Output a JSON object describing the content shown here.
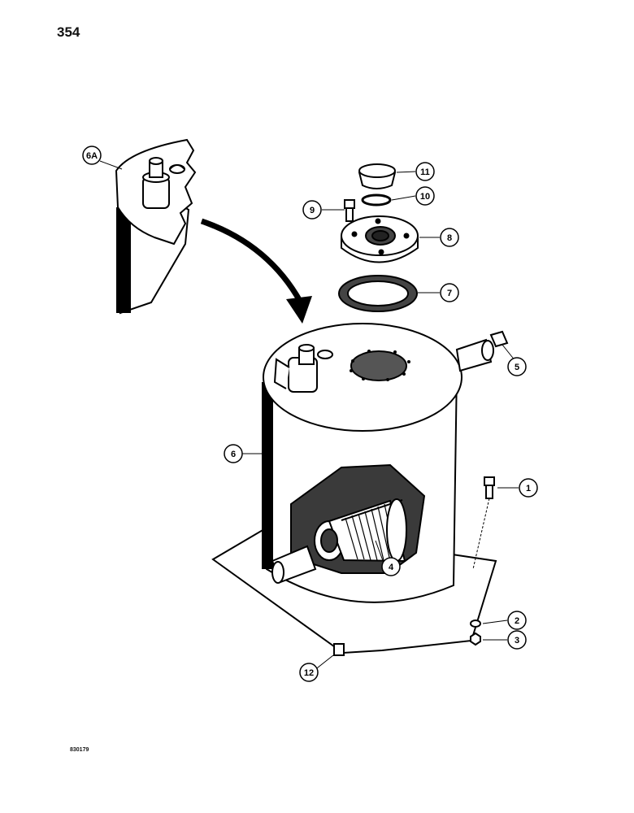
{
  "page": {
    "number": "354",
    "figure_code": "830179"
  },
  "callouts": [
    {
      "id": "6A",
      "label": "6A"
    },
    {
      "id": "11",
      "label": "11"
    },
    {
      "id": "10",
      "label": "10"
    },
    {
      "id": "9",
      "label": "9"
    },
    {
      "id": "8",
      "label": "8"
    },
    {
      "id": "7",
      "label": "7"
    },
    {
      "id": "5",
      "label": "5"
    },
    {
      "id": "6",
      "label": "6"
    },
    {
      "id": "1",
      "label": "1"
    },
    {
      "id": "4",
      "label": "4"
    },
    {
      "id": "2",
      "label": "2"
    },
    {
      "id": "3",
      "label": "3"
    },
    {
      "id": "12",
      "label": "12"
    }
  ]
}
